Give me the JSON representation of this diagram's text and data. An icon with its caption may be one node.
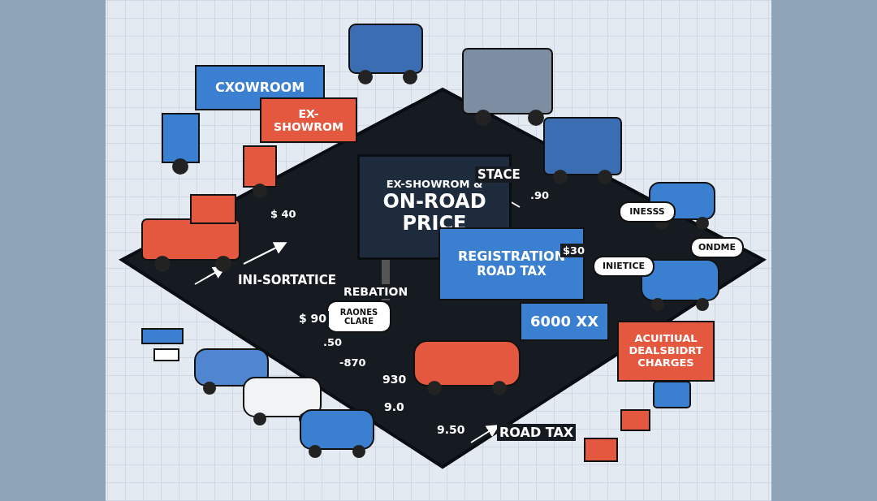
{
  "diagram": {
    "nodes": [
      {
        "text": [
          "EX-SHOWROM &",
          "ON-ROAD PRICE"
        ]
      },
      {
        "text": [
          "CXOWROOM"
        ]
      },
      {
        "text": [
          "EX-SHOWROM"
        ]
      },
      {
        "text": [
          "REGISTRATION",
          "ROAD TAX"
        ]
      },
      {
        "text": [
          "6000 XX"
        ]
      },
      {
        "text": [
          "ACUITIUAL DEALSBIDRT CHARGES"
        ]
      },
      {
        "text": [
          "INESSS"
        ]
      },
      {
        "text": [
          "ONDME"
        ]
      },
      {
        "text": [
          "INIETICE"
        ]
      },
      {
        "text": [
          "RAONES CLARE"
        ]
      }
    ],
    "edges": [],
    "labels": [
      "STACE",
      "$ 40",
      ".90",
      "$30",
      "INI-SORTATICE",
      "REBATION",
      "$ 90",
      ".50",
      "-870",
      "930",
      "9.0",
      "9.50",
      "ROAD TAX"
    ]
  }
}
